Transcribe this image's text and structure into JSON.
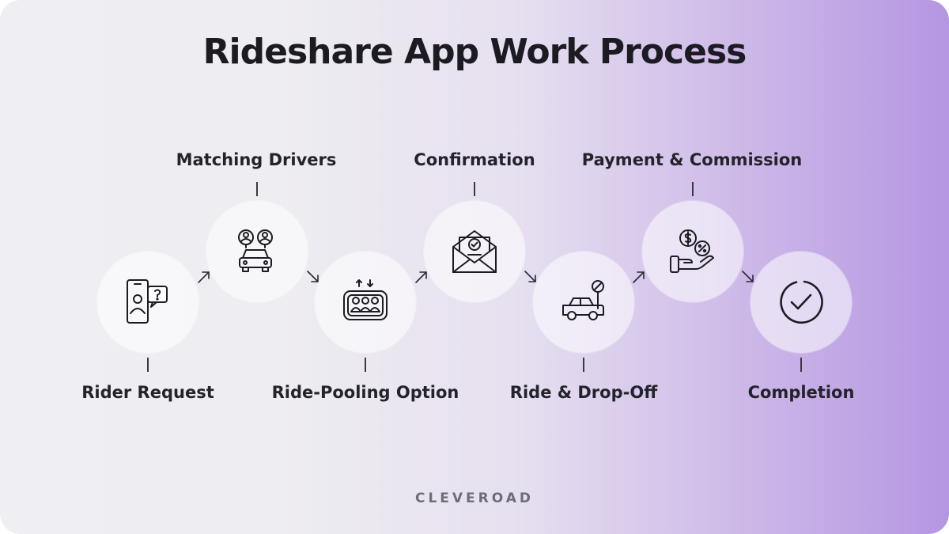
{
  "title": "Rideshare App Work Process",
  "steps": [
    {
      "label": "Rider Request",
      "icon": "phone-chat-icon"
    },
    {
      "label": "Matching Drivers",
      "icon": "drivers-car-icon"
    },
    {
      "label": "Ride-Pooling Option",
      "icon": "car-seats-icon"
    },
    {
      "label": "Confirmation",
      "icon": "envelope-check-icon"
    },
    {
      "label": "Ride & Drop-Off",
      "icon": "car-stop-icon"
    },
    {
      "label": "Payment & Commission",
      "icon": "hand-money-icon"
    },
    {
      "label": "Completion",
      "icon": "check-circle-icon"
    }
  ],
  "brand": "CLEVEROAD"
}
